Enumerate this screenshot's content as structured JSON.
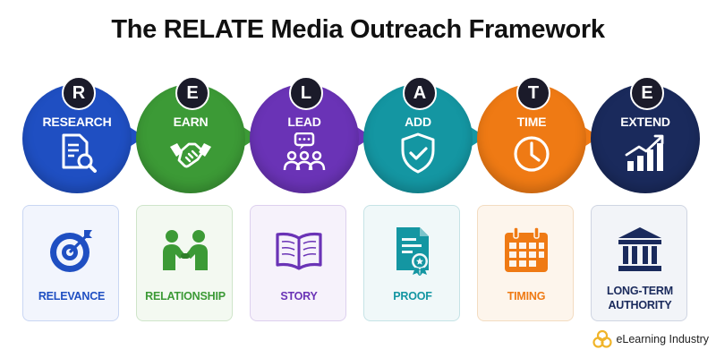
{
  "title": "The RELATE Media Outreach Framework",
  "steps": [
    {
      "letter": "R",
      "word": "RESEARCH",
      "icon": "document-search-icon",
      "color": "#1f4fc2"
    },
    {
      "letter": "E",
      "word": "EARN",
      "icon": "handshake-icon",
      "color": "#3c9a36"
    },
    {
      "letter": "L",
      "word": "LEAD",
      "icon": "speech-group-icon",
      "color": "#6a33b6"
    },
    {
      "letter": "A",
      "word": "ADD",
      "icon": "shield-check-icon",
      "color": "#1496a2"
    },
    {
      "letter": "T",
      "word": "TIME",
      "icon": "clock-icon",
      "color": "#ef7a14"
    },
    {
      "letter": "E",
      "word": "EXTEND",
      "icon": "growth-chart-icon",
      "color": "#1a2a5c"
    }
  ],
  "cards": [
    {
      "label": "RELEVANCE",
      "icon": "target-icon",
      "color": "#1f4fc2",
      "bg": "#f2f5fd"
    },
    {
      "label": "RELATIONSHIP",
      "icon": "people-handshake-icon",
      "color": "#3c9a36",
      "bg": "#f3f9f1"
    },
    {
      "label": "STORY",
      "icon": "open-book-icon",
      "color": "#6a33b6",
      "bg": "#f6f2fb"
    },
    {
      "label": "PROOF",
      "icon": "certificate-icon",
      "color": "#1496a2",
      "bg": "#f0f8f9"
    },
    {
      "label": "TIMING",
      "icon": "calendar-icon",
      "color": "#ef7a14",
      "bg": "#fdf5ec"
    },
    {
      "label": "LONG-TERM AUTHORITY",
      "label_line1": "LONG-TERM",
      "label_line2": "AUTHORITY",
      "icon": "institution-icon",
      "color": "#1a2a5c",
      "bg": "#f2f4f8"
    }
  ],
  "brand": {
    "name": "eLearning Industry",
    "icon": "brand-logo-icon",
    "color": "#f0b429"
  }
}
